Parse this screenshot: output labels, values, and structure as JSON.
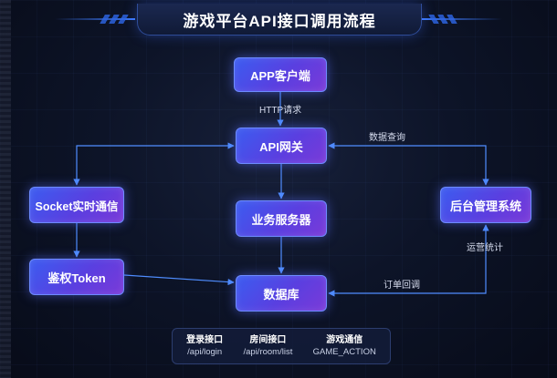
{
  "title": "游戏平台API接口调用流程",
  "nodes": {
    "app": "APP客户端",
    "gateway": "API网关",
    "business": "业务服务器",
    "database": "数据库",
    "socket": "Socket实时通信",
    "auth": "鉴权Token",
    "admin": "后台管理系统"
  },
  "edges": {
    "http_request": "HTTP请求",
    "data_query": "数据查询",
    "ops_stats": "运营统计",
    "order_callback": "订单回调"
  },
  "api_panel": [
    {
      "name": "登录接口",
      "path": "/api/login"
    },
    {
      "name": "房间接口",
      "path": "/api/room/list"
    },
    {
      "name": "游戏通信",
      "path": "GAME_ACTION"
    }
  ],
  "colors": {
    "background": "#0d1428",
    "node_gradient_start": "#3b5cf0",
    "node_gradient_end": "#7a3ad8",
    "connector": "#4f8dff"
  }
}
